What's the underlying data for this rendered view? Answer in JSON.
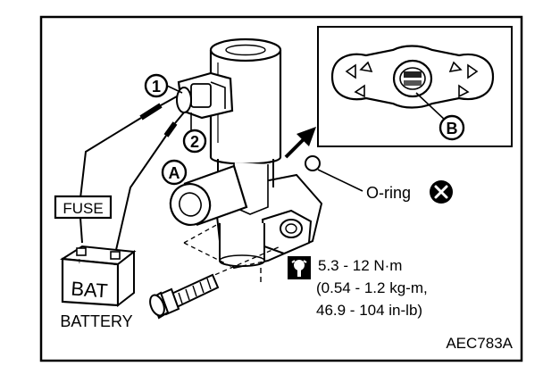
{
  "callouts": {
    "one": "1",
    "two": "2",
    "a": "A",
    "b": "B"
  },
  "labels": {
    "fuse": "FUSE",
    "bat": "BAT",
    "battery": "BATTERY",
    "oring": "O-ring"
  },
  "torque": {
    "line1": "5.3 - 12 N·m",
    "line2": "(0.54 - 1.2 kg-m,",
    "line3": "46.9 - 104 in-lb)"
  },
  "figure_code": "AEC783A",
  "icons": {
    "torque": "torque-wrench-icon",
    "do_not_reuse": "do-not-reuse-x-icon"
  }
}
